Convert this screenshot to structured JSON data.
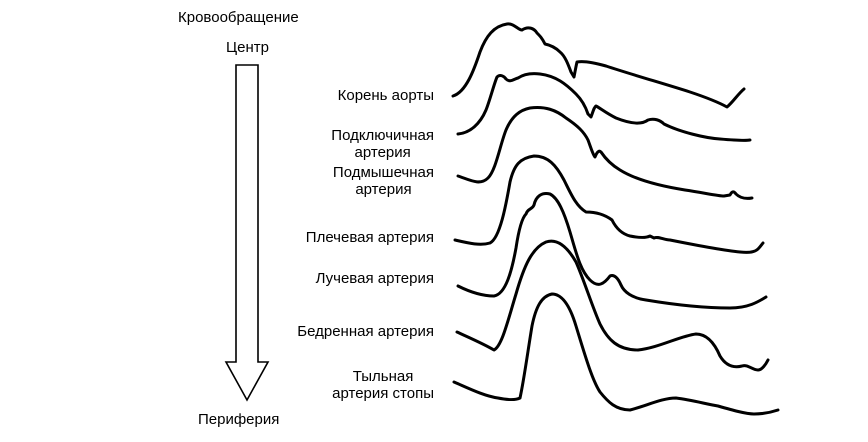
{
  "header": {
    "title": "Кровообращение",
    "center": "Центр",
    "periphery": "Периферия"
  },
  "waveforms": [
    {
      "lines": [
        "Корень аорты"
      ]
    },
    {
      "lines": [
        "Подключичная",
        "артерия"
      ]
    },
    {
      "lines": [
        "Подмышечная",
        "артерия"
      ]
    },
    {
      "lines": [
        "Плечевая артерия"
      ]
    },
    {
      "lines": [
        "Лучевая артерия"
      ]
    },
    {
      "lines": [
        "Бедренная артерия"
      ]
    },
    {
      "lines": [
        "Тыльная",
        "артерия стопы"
      ]
    }
  ],
  "colors": {
    "stroke": "#000000",
    "background": "#ffffff"
  }
}
